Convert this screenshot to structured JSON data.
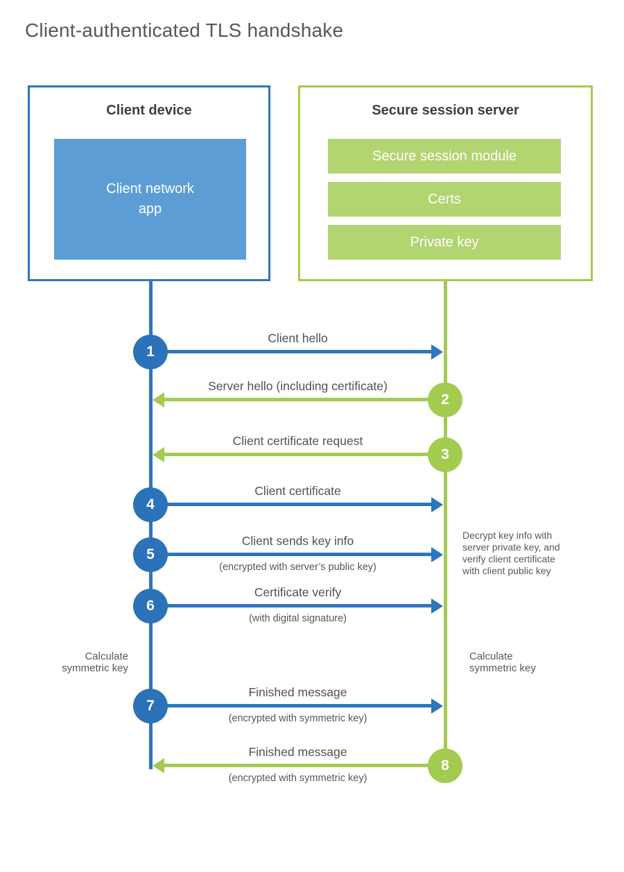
{
  "title": "Client-authenticated TLS handshake",
  "client": {
    "title": "Client device",
    "app": "Client network\napp"
  },
  "server": {
    "title": "Secure session server",
    "modules": [
      "Secure session module",
      "Certs",
      "Private key"
    ]
  },
  "messages": [
    {
      "num": "1",
      "label": "Client hello"
    },
    {
      "num": "2",
      "label": "Server hello (including certificate)"
    },
    {
      "num": "3",
      "label": "Client certificate request"
    },
    {
      "num": "4",
      "label": "Client certificate"
    },
    {
      "num": "5",
      "label": "Client sends key info",
      "sub": "(encrypted with server’s public key)"
    },
    {
      "num": "6",
      "label": "Certificate verify",
      "sub": "(with digital signature)"
    },
    {
      "num": "7",
      "label": "Finished message",
      "sub": "(encrypted with symmetric key)"
    },
    {
      "num": "8",
      "label": "Finished message",
      "sub": "(encrypted with symmetric key)"
    }
  ],
  "annotations": {
    "decrypt_note": "Decrypt key info with\nserver private key, and\nverify client certificate\nwith client public key",
    "calc_left": "Calculate\nsymmetric key",
    "calc_right": "Calculate\nsymmetric key"
  },
  "colors": {
    "blue": "#2e76bd",
    "blue_fill": "#5d9dd5",
    "green": "#a4cb4e",
    "green_fill": "#b2d471"
  }
}
